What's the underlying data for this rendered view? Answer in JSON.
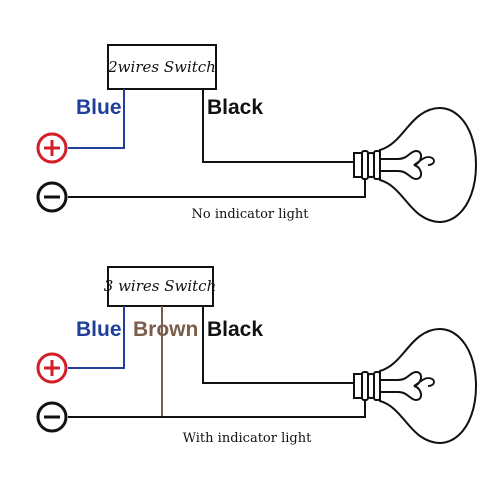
{
  "colors": {
    "blue": "#1f3f9a",
    "brown": "#7a5e4a",
    "black": "#111111",
    "positive": "#d21f26",
    "negative": "#111111"
  },
  "icons": {
    "positive_terminal": "circled-plus-icon",
    "negative_terminal": "circled-minus-icon",
    "lamp": "light-bulb-icon"
  },
  "diagram_top": {
    "switch_label": "2wires Switch",
    "wire_labels": {
      "blue": "Blue",
      "black": "Black"
    },
    "caption": "No indicator light"
  },
  "diagram_bottom": {
    "switch_label": "3 wires Switch",
    "wire_labels": {
      "blue": "Blue",
      "brown": "Brown",
      "black": "Black"
    },
    "caption": "With indicator light"
  }
}
